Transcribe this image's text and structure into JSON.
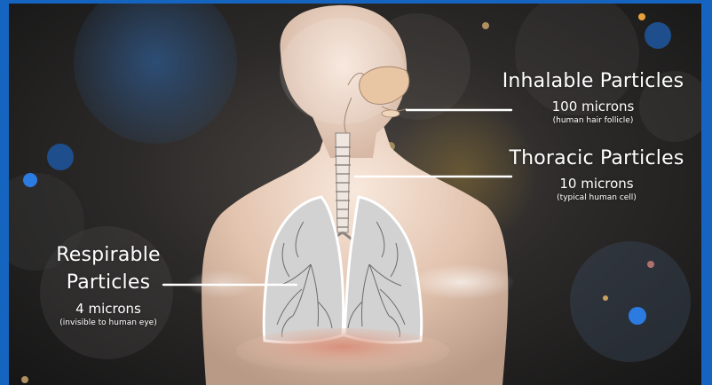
{
  "labels": {
    "inhalable": {
      "name": "Inhalable Particles",
      "size": "100 microns",
      "note": "(human hair follicle)"
    },
    "thoracic": {
      "name": "Thoracic Particles",
      "size": "10 microns",
      "note": "(typical human cell)"
    },
    "respirable": {
      "name_line1": "Respirable",
      "name_line2": "Particles",
      "size": "4 microns",
      "note": "(invisible to human eye)"
    }
  },
  "colors": {
    "frame": "#1565c0",
    "body": "#e9cfbd",
    "lungs": "#d2d2d2",
    "leader_lines": "#ffffff"
  }
}
